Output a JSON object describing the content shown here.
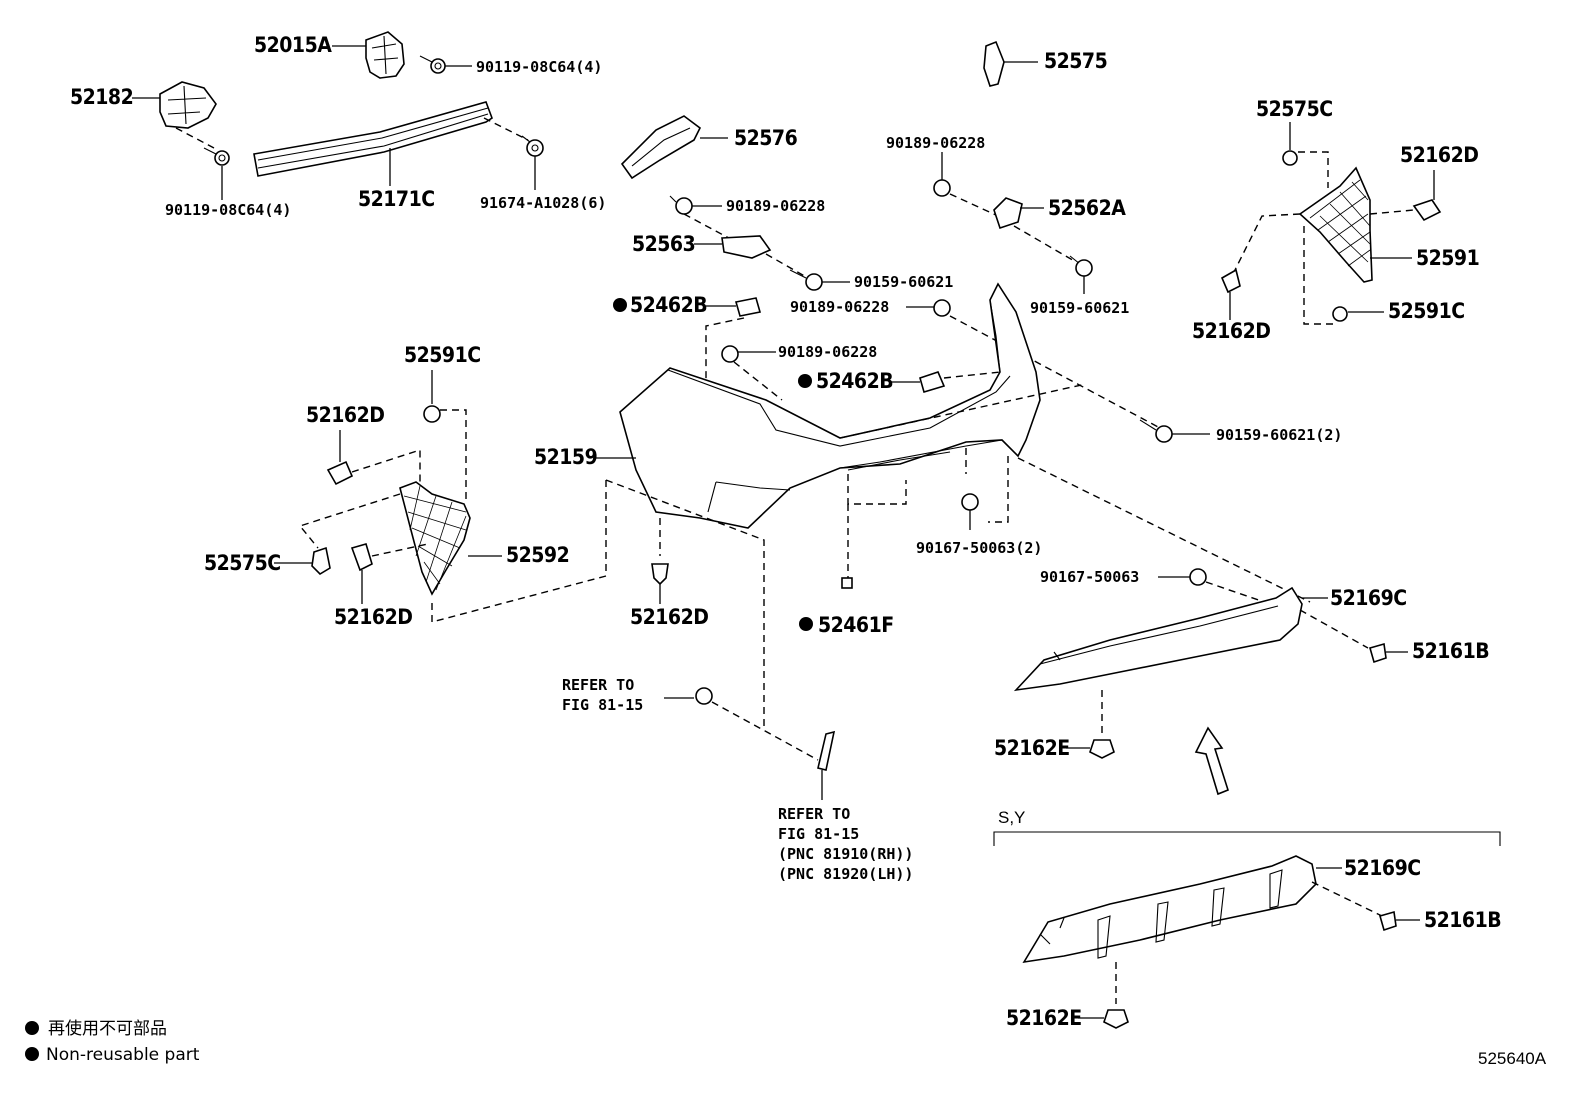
{
  "labels": {
    "p52015A": "52015A",
    "p90119_top": "90119-08C64(4)",
    "p52182": "52182",
    "p90119_left": "90119-08C64(4)",
    "p52171C": "52171C",
    "p91674": "91674-A1028(6)",
    "p52575": "52575",
    "p52576": "52576",
    "p90189_a": "90189-06228",
    "p90189_b": "90189-06228",
    "p90189_c": "90189-06228",
    "p90189_d": "90189-06228",
    "p52562A": "52562A",
    "p52563": "52563",
    "p90159_a": "90159-60621",
    "p90159_b": "90159-60621",
    "p90159_c": "90159-60621(2)",
    "p52462B_a": "52462B",
    "p52462B_b": "52462B",
    "p52575C_r": "52575C",
    "p52162D_r1": "52162D",
    "p52591": "52591",
    "p52162D_r2": "52162D",
    "p52591C_r": "52591C",
    "p52591C_l": "52591C",
    "p52162D_l1": "52162D",
    "p52575C_l": "52575C",
    "p52592": "52592",
    "p52162D_l2": "52162D",
    "p52159": "52159",
    "p52162D_c": "52162D",
    "p52461F": "52461F",
    "p90167_a": "90167-50063(2)",
    "p90167_b": "90167-50063",
    "p52169C_a": "52169C",
    "p52161B_a": "52161B",
    "p52162E_a": "52162E",
    "p52169C_b": "52169C",
    "p52161B_b": "52161B",
    "p52162E_b": "52162E"
  },
  "notes": {
    "refer1_l1": "REFER TO",
    "refer1_l2": "FIG 81-15",
    "refer2_l1": "REFER TO",
    "refer2_l2": "FIG 81-15",
    "refer2_l3": "(PNC 81910(RH))",
    "refer2_l4": "(PNC 81920(LH))",
    "variant": "S,Y"
  },
  "legend": {
    "jp": "再使用不可部品",
    "en": "Non-reusable part"
  },
  "figure_id": "525640A",
  "non_reusable_marker": "●"
}
